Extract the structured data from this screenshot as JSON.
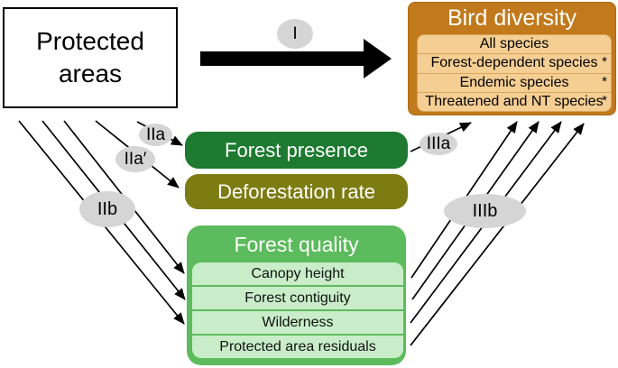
{
  "diagram": {
    "colors": {
      "bird": "#C2791C",
      "bird_light": "#F5CE93",
      "bird_border": "#A96A15",
      "bird_divider": "#D8A55C",
      "presence": "#1D7A30",
      "deforestation": "#7C7C12",
      "quality": "#5CBB5C",
      "quality_light": "#C9EDC9",
      "label_gray": "#D5D5D5",
      "arrow_black": "#000000"
    },
    "protected_areas": {
      "label": "Protected areas"
    },
    "bird_diversity": {
      "title": "Bird diversity",
      "rows": [
        {
          "label": "All species",
          "note": ""
        },
        {
          "label": "Forest-dependent species",
          "note": "*"
        },
        {
          "label": "Endemic species",
          "note": "*"
        },
        {
          "label": "Threatened and NT species",
          "note": "*"
        }
      ]
    },
    "forest_presence": {
      "label": "Forest presence"
    },
    "deforestation_rate": {
      "label": "Deforestation rate"
    },
    "forest_quality": {
      "title": "Forest quality",
      "rows": [
        {
          "label": "Canopy height"
        },
        {
          "label": "Forest contiguity"
        },
        {
          "label": "Wilderness"
        },
        {
          "label": "Protected area residuals"
        }
      ]
    },
    "path_labels": [
      {
        "id": "I",
        "label": "I"
      },
      {
        "id": "IIa",
        "label": "IIa"
      },
      {
        "id": "IIa-prime",
        "label": "IIa′"
      },
      {
        "id": "IIb",
        "label": "IIb"
      },
      {
        "id": "IIIa",
        "label": "IIIa"
      },
      {
        "id": "IIIb",
        "label": "IIIb"
      }
    ]
  }
}
